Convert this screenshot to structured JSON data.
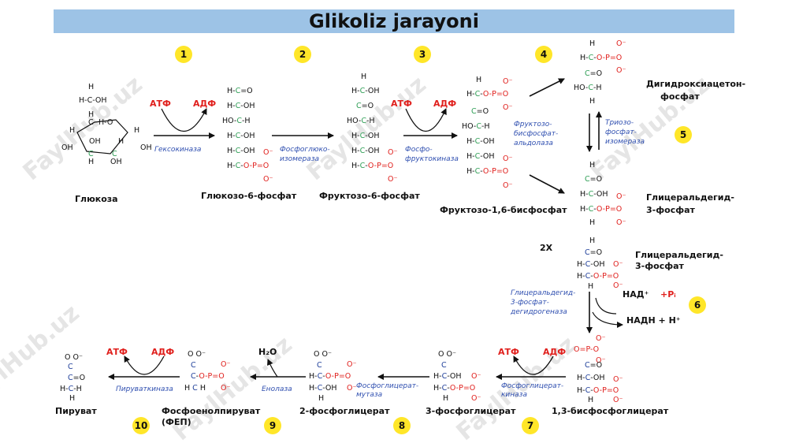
{
  "title": "Glikoliz jarayoni",
  "watermark": "FaylHub.uz",
  "steps": [
    "1",
    "2",
    "3",
    "4",
    "5",
    "6",
    "7",
    "8",
    "9",
    "10"
  ],
  "compounds": {
    "glucose": "Глюкоза",
    "g6p": "Глюкозо-6-фосфат",
    "f6p": "Фруктозо-6-фосфат",
    "f16bp": "Фруктозо-1,6-бисфосфат",
    "dhap_1": "Дигидроксиацетон-",
    "dhap_2": "фосфат",
    "g3p_1": "Глицеральдегид-",
    "g3p_2": "3-фосфат",
    "g3p2_1": "Глицеральдегид-",
    "g3p2_2": "3-фосфат",
    "bpg": "1,3-бисфосфоглицерат",
    "pg3": "3-фосфоглицерат",
    "pg2": "2-фосфоглицерат",
    "pep_1": "Фосфоенолпируват",
    "pep_2": "(ФЕП)",
    "pyruvate": "Пируват"
  },
  "enzymes": {
    "hexokinase": "Гексокиназа",
    "gpi_1": "Фосфоглюко-",
    "gpi_2": "изомераза",
    "pfk_1": "Фосфо-",
    "pfk_2": "фруктокиназа",
    "aldolase_1": "Фруктозо-",
    "aldolase_2": "бисфосфат-",
    "aldolase_3": "альдолаза",
    "tpi_1": "Триозо-",
    "tpi_2": "фосфат-",
    "tpi_3": "изомераза",
    "gapdh_1": "Глицеральдегид-",
    "gapdh_2": "3-фосфат-",
    "gapdh_3": "дегидрогеназа",
    "pgk_1": "Фосфоглицерат-",
    "pgk_2": "киназа",
    "pgm_1": "Фосфоглицерат-",
    "pgm_2": "мутаза",
    "enolase": "Енолаза",
    "pk": "Пируваткиназа"
  },
  "cofactors": {
    "atp": "АТФ",
    "adp": "АДФ",
    "nad": "НАД⁺",
    "pi": "+Pᵢ",
    "nadh": "НАДН + Н⁺",
    "h2o": "H₂O",
    "times2": "2X"
  },
  "colors": {
    "title_bar": "#9dc3e6",
    "badge": "#ffe629",
    "carbon": "#2e9e55",
    "phosphate": "#e0201d",
    "enzyme": "#2f4fb0"
  }
}
